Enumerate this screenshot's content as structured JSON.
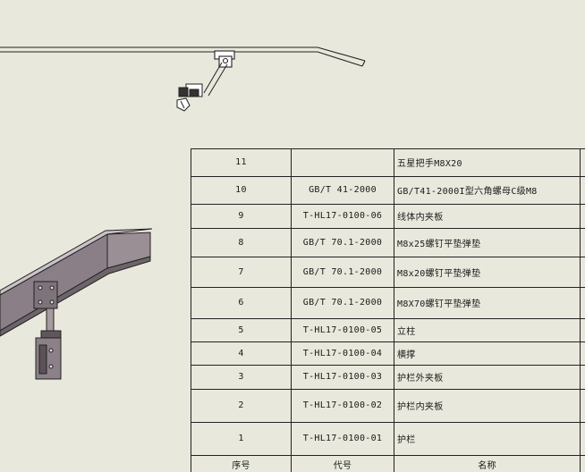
{
  "bom": {
    "header": {
      "no": "序号",
      "code": "代号",
      "name": "名称"
    },
    "rows": [
      {
        "no": "11",
        "code": "",
        "name": "五星把手M8X20"
      },
      {
        "no": "10",
        "code": "GB/T 41-2000",
        "name": "GB/T41-2000I型六角螺母C级M8"
      },
      {
        "no": "9",
        "code": "T-HL17-0100-06",
        "name": "线体内夹板"
      },
      {
        "no": "8",
        "code": "GB/T 70.1-2000",
        "name": "M8x25螺钉平垫弹垫"
      },
      {
        "no": "7",
        "code": "GB/T 70.1-2000",
        "name": "M8x20螺钉平垫弹垫"
      },
      {
        "no": "6",
        "code": "GB/T 70.1-2000",
        "name": "M8X70螺钉平垫弹垫"
      },
      {
        "no": "5",
        "code": "T-HL17-0100-05",
        "name": "立柱"
      },
      {
        "no": "4",
        "code": "T-HL17-0100-04",
        "name": "横撑"
      },
      {
        "no": "3",
        "code": "T-HL17-0100-03",
        "name": "护栏外夹板"
      },
      {
        "no": "2",
        "code": "T-HL17-0100-02",
        "name": "护栏内夹板"
      },
      {
        "no": "1",
        "code": "T-HL17-0100-01",
        "name": "护栏"
      }
    ]
  }
}
